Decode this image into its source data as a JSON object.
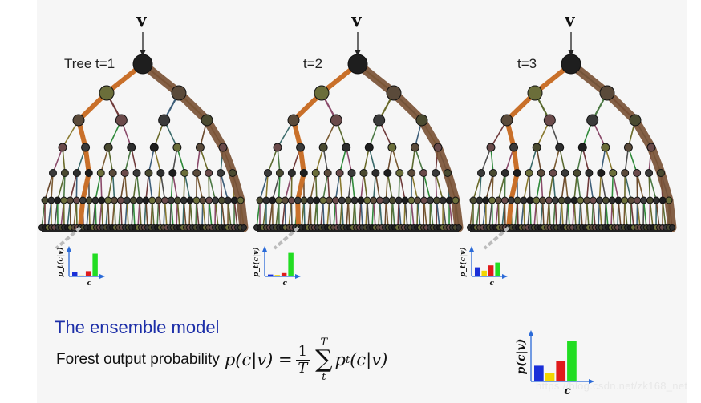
{
  "input_symbol": "v",
  "trees": [
    {
      "label": "Tree t=1"
    },
    {
      "label": "t=2"
    },
    {
      "label": "t=3"
    }
  ],
  "histograms": {
    "axis_y_label": "p_t(c|v)",
    "axis_x_label": "c",
    "class_colors": [
      "#1a2fd8",
      "#f2d500",
      "#e01b1b",
      "#22dd22"
    ],
    "tree_values": [
      [
        0.18,
        0.04,
        0.22,
        0.95
      ],
      [
        0.08,
        0.06,
        0.14,
        0.98
      ],
      [
        0.38,
        0.24,
        0.46,
        0.58
      ]
    ],
    "forest_axis_y_label": "p(c|v)",
    "forest_axis_x_label": "c",
    "forest_values": [
      0.35,
      0.18,
      0.45,
      0.9
    ]
  },
  "ensemble": {
    "heading": "The ensemble model",
    "description": "Forest output probability",
    "formula_lhs": "p(c|v) =",
    "fraction_num": "1",
    "fraction_den": "T",
    "sum_upper": "T",
    "sum_lower": "t",
    "formula_term": "p",
    "formula_term_sub": "t",
    "formula_term_rest": "(c|v)"
  },
  "watermark": "https://blog.csdn.net/zk168_net"
}
